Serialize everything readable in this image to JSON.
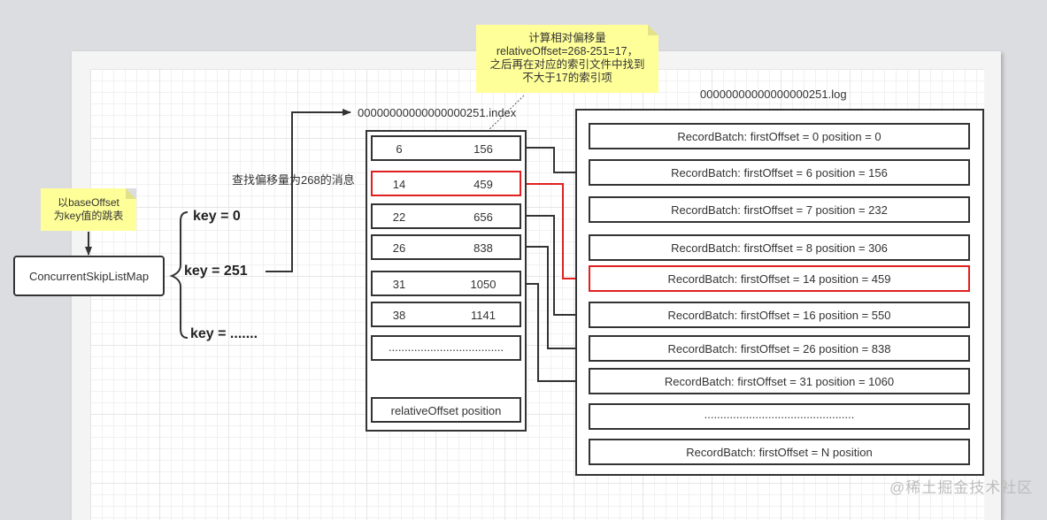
{
  "notes": {
    "skiplist_note": [
      "以baseOffset",
      "为key值的跳表"
    ],
    "offset_note": [
      "计算相对偏移量",
      "relativeOffset=268-251=17，",
      "之后再在对应的索引文件中找到",
      "不大于17的索引项"
    ]
  },
  "skiplist": {
    "label": "ConcurrentSkipListMap",
    "keys": [
      "key = 0",
      "key = 251",
      "key = ......."
    ]
  },
  "lookup_label": "查找偏移量为268的消息",
  "index_file": {
    "title": "00000000000000000251.index",
    "rows": [
      {
        "relative_offset": "6",
        "position": "156",
        "highlighted": false
      },
      {
        "relative_offset": "14",
        "position": "459",
        "highlighted": true
      },
      {
        "relative_offset": "22",
        "position": "656",
        "highlighted": false
      },
      {
        "relative_offset": "26",
        "position": "838",
        "highlighted": false
      },
      {
        "relative_offset": "31",
        "position": "1050",
        "highlighted": false
      },
      {
        "relative_offset": "38",
        "position": "1141",
        "highlighted": false
      }
    ],
    "ellipsis": "....................................",
    "footer": "relativeOffset position"
  },
  "log_file": {
    "title": "00000000000000000251.log",
    "rows": [
      {
        "text": "RecordBatch: firstOffset = 0 position = 0",
        "highlighted": false
      },
      {
        "text": "RecordBatch: firstOffset = 6 position = 156",
        "highlighted": false
      },
      {
        "text": "RecordBatch: firstOffset = 7 position = 232",
        "highlighted": false
      },
      {
        "text": "RecordBatch: firstOffset = 8 position = 306",
        "highlighted": false
      },
      {
        "text": "RecordBatch: firstOffset = 14 position = 459",
        "highlighted": true
      },
      {
        "text": "RecordBatch: firstOffset = 16 position = 550",
        "highlighted": false
      },
      {
        "text": "RecordBatch: firstOffset = 26 position = 838",
        "highlighted": false
      },
      {
        "text": "RecordBatch: firstOffset = 31 position = 1060",
        "highlighted": false
      },
      {
        "text": "...............................................",
        "highlighted": false
      },
      {
        "text": "RecordBatch: firstOffset = N position",
        "highlighted": false
      }
    ]
  },
  "colors": {
    "highlight": "#e02020",
    "note_bg": "#ffff99",
    "line": "#333333"
  },
  "watermark": "@稀土掘金技术社区"
}
